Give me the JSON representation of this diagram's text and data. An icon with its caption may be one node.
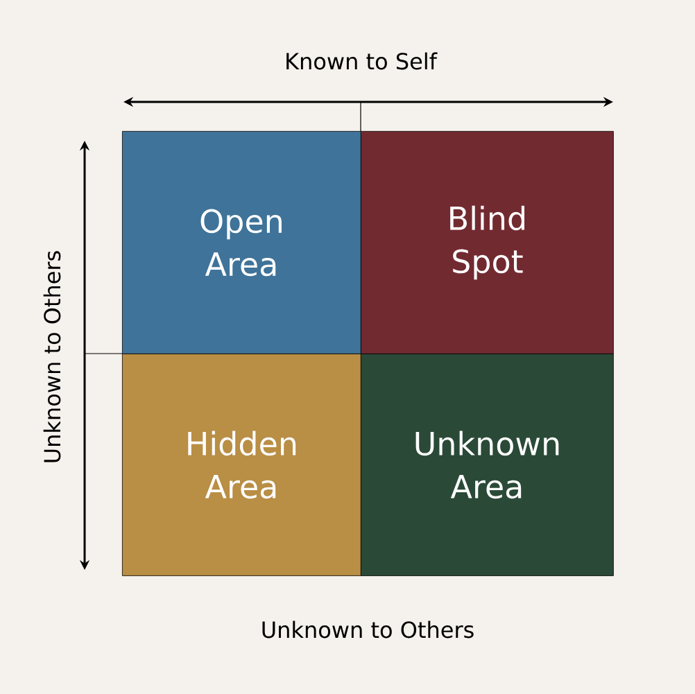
{
  "diagram": {
    "nodes": [
      {
        "text": [
          "Open Area"
        ]
      },
      {
        "text": [
          "Blind Spot"
        ]
      },
      {
        "text": [
          "Hidden Area"
        ]
      },
      {
        "text": [
          "Unknown Area"
        ]
      }
    ],
    "labels": [
      "Known to Self",
      "Unknown to Others",
      "Unknown to Others"
    ]
  }
}
